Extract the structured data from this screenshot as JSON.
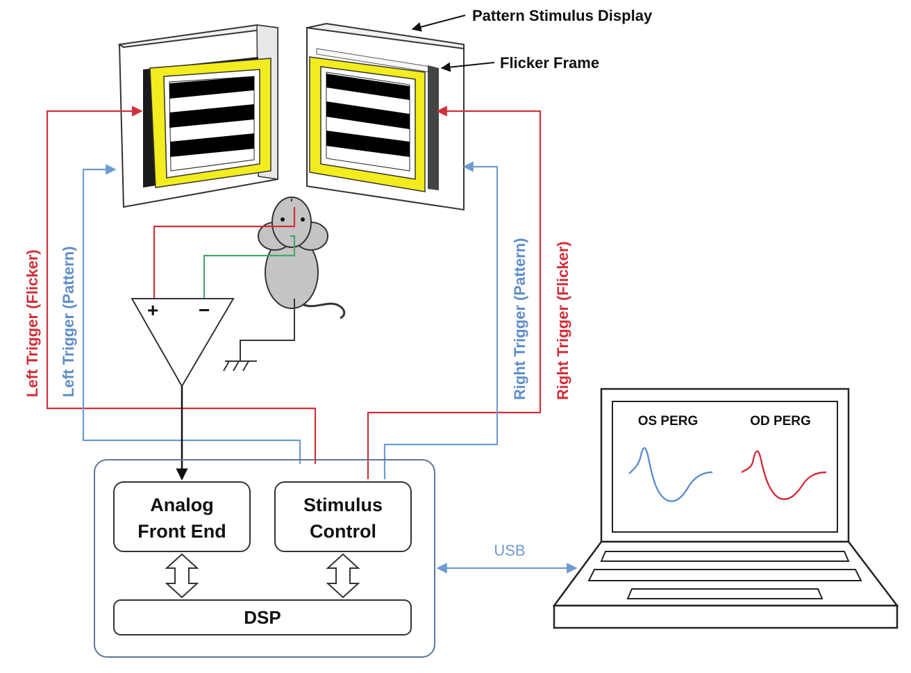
{
  "labels": {
    "pattern_stimulus_display": "Pattern Stimulus Display",
    "flicker_frame": "Flicker Frame",
    "left_trigger_flicker": "Left Trigger (Flicker)",
    "left_trigger_pattern": "Left Trigger (Pattern)",
    "right_trigger_pattern": "Right Trigger (Pattern)",
    "right_trigger_flicker": "Right Trigger (Flicker)",
    "usb": "USB"
  },
  "amplifier": {
    "plus": "+",
    "minus": "−"
  },
  "blocks": {
    "analog_front_end_line1": "Analog",
    "analog_front_end_line2": "Front End",
    "stimulus_control_line1": "Stimulus",
    "stimulus_control_line2": "Control",
    "dsp": "DSP"
  },
  "screen": {
    "os_perg": "OS PERG",
    "od_perg": "OD PERG"
  },
  "colors": {
    "flicker_trigger": "#d0303a",
    "pattern_trigger": "#6e9bd0",
    "flicker_frame": "#f3ec1e",
    "mouse_body": "#c4c4c4",
    "electrode_green": "#4aa36c",
    "os_trace": "#5a8fd0",
    "od_trace": "#d42d3a"
  }
}
